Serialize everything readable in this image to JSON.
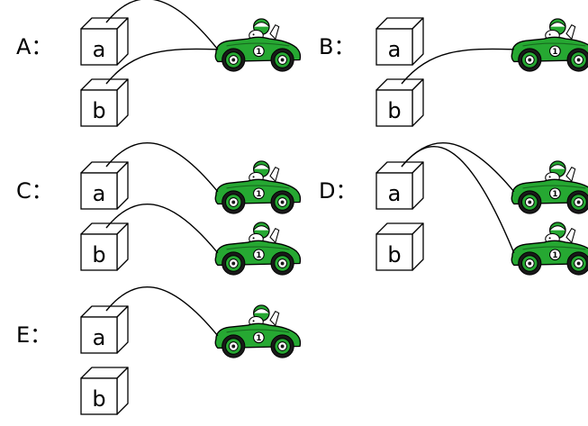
{
  "colors": {
    "car_body": "#26a832",
    "car_dark": "#176b1f",
    "tire": "#1a1a1a",
    "outline": "#000000",
    "box_side": "#ffffff"
  },
  "panels": [
    {
      "id": "A",
      "label": "A：",
      "boxes": [
        {
          "label": "a"
        },
        {
          "label": "b"
        }
      ],
      "cars": [
        {
          "number": "1"
        }
      ],
      "connections": [
        {
          "from_box": "a",
          "to_car": 0
        },
        {
          "from_box": "b",
          "to_car": 0
        }
      ]
    },
    {
      "id": "B",
      "label": "B：",
      "boxes": [
        {
          "label": "a"
        },
        {
          "label": "b"
        }
      ],
      "cars": [
        {
          "number": "1"
        }
      ],
      "connections": [
        {
          "from_box": "b",
          "to_car": 0
        }
      ]
    },
    {
      "id": "C",
      "label": "C：",
      "boxes": [
        {
          "label": "a"
        },
        {
          "label": "b"
        }
      ],
      "cars": [
        {
          "number": "1"
        },
        {
          "number": "1"
        }
      ],
      "connections": [
        {
          "from_box": "a",
          "to_car": 0
        },
        {
          "from_box": "b",
          "to_car": 1
        }
      ]
    },
    {
      "id": "D",
      "label": "D：",
      "boxes": [
        {
          "label": "a"
        },
        {
          "label": "b"
        }
      ],
      "cars": [
        {
          "number": "1"
        },
        {
          "number": "1"
        }
      ],
      "connections": [
        {
          "from_box": "a",
          "to_car": 0
        },
        {
          "from_box": "a",
          "to_car": 1
        }
      ]
    },
    {
      "id": "E",
      "label": "E：",
      "boxes": [
        {
          "label": "a"
        },
        {
          "label": "b"
        }
      ],
      "cars": [
        {
          "number": "1"
        }
      ],
      "connections": [
        {
          "from_box": "a",
          "to_car": 0
        }
      ]
    }
  ]
}
